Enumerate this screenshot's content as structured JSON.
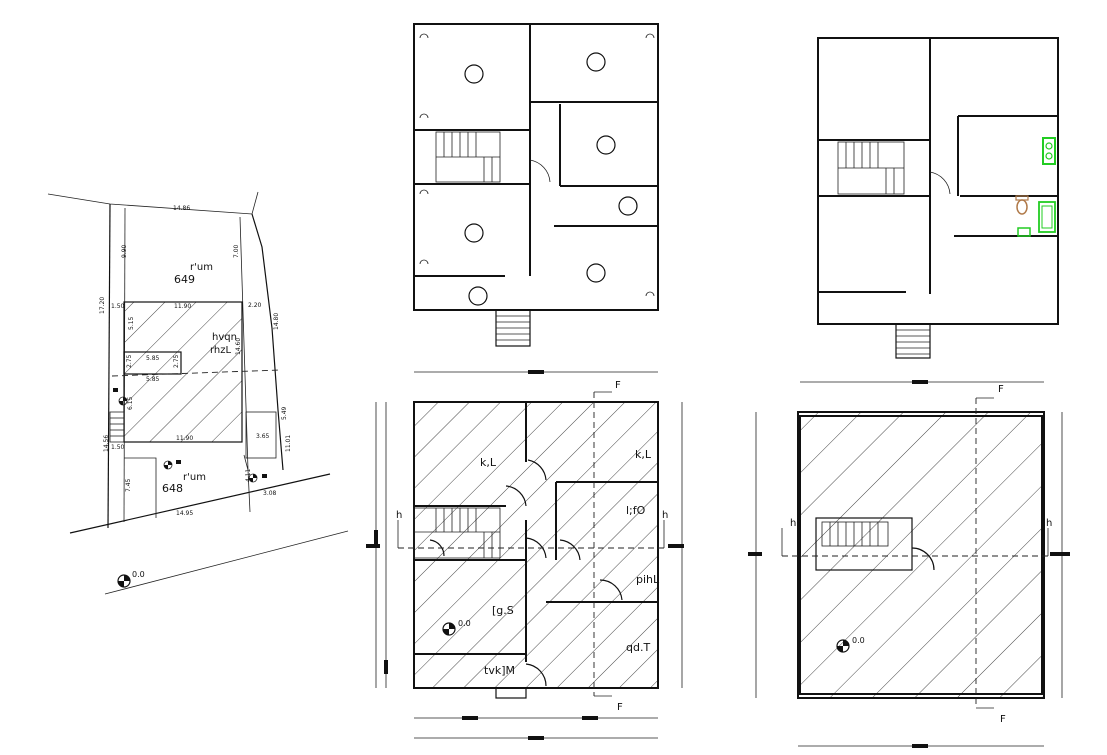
{
  "site_plan": {
    "dim_top": "14.86",
    "dim_left_upper": "9.90",
    "dim_right_upper": "7.00",
    "plot_top_label": "r'um",
    "plot_top_number": "649",
    "dim_left_side": "17.20",
    "dim_1_50_a": "1.50",
    "dim_11_90_a": "11.90",
    "dim_2_20": "2.20",
    "dim_5_15": "5.15",
    "dim_5_85": "5.85",
    "dim_2_75_a": "2.75",
    "dim_2_75_b": "2.75",
    "dim_5_85_b": "5.85",
    "dim_6_15": "6.15",
    "dim_14_60": "14.60",
    "dim_14_80": "14.80",
    "house_label_1": "hvqn",
    "house_label_2": "rhzL",
    "dim_11_90_b": "11.90",
    "dim_3_65": "3.65",
    "dim_5_49": "5.49",
    "dim_11_01": "11.01",
    "dim_14_56": "14.56",
    "dim_1_50_b": "1.50",
    "plot_bottom_label": "r'um",
    "plot_bottom_number": "648",
    "dim_7_45": "7.45",
    "dim_4_11": "4.11",
    "dim_3_08": "3.08",
    "dim_14_95": "14.95",
    "level_marker": "0.0"
  },
  "ground_floor": {
    "room_kl_1": "k,L",
    "room_kl_2": "k,L",
    "room_lfo": "l;fO",
    "room_pihl": "pihL",
    "room_gs": "[g.S",
    "room_qdt": "qd.T",
    "room_tvkm": "tvk]M",
    "level": "0.0",
    "section_f_top": "F",
    "section_f_bottom": "F",
    "section_h_left": "h",
    "section_h_right": "h"
  },
  "roof_plan": {
    "level": "0.0",
    "section_f_top": "F",
    "section_f_bottom": "F",
    "section_h_left": "h",
    "section_h_right": "h"
  },
  "colors": {
    "ink": "#111111",
    "fixture_green": "#22cc22",
    "fixture_brown": "#b07a4a"
  }
}
